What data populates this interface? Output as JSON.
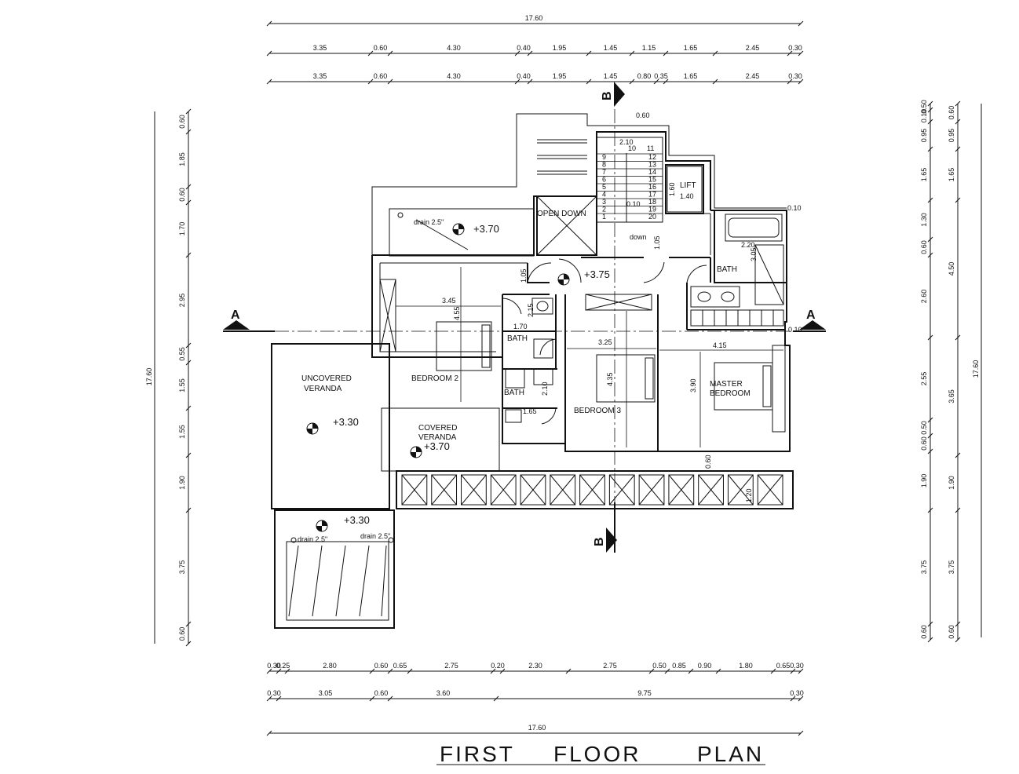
{
  "title": "FIRST FLOOR PLAN",
  "overall": "17.60",
  "top_dims_1": [
    "3.35",
    "0.60",
    "4.30",
    "0.40",
    "1.95",
    "1.45",
    "1.15",
    "1.65",
    "2.45",
    "0.30"
  ],
  "top_dims_2": [
    "3.35",
    "0.60",
    "4.30",
    "0.40",
    "1.95",
    "1.45",
    "0.80",
    "0.35",
    "1.65",
    "2.45",
    "0.30"
  ],
  "bottom_dims_1": [
    "0.30",
    "0.25",
    "2.80",
    "0.60",
    "0.65",
    "2.75",
    "0.20",
    "2.30",
    "2.75",
    "0.50",
    "0.85",
    "0.90",
    "1.80",
    "0.65",
    "0.30"
  ],
  "bottom_dims_2": [
    "0.30",
    "3.05",
    "0.60",
    "3.60",
    "9.75",
    "0.30"
  ],
  "left_dims": [
    "0.60",
    "1.85",
    "0.60",
    "1.70",
    "2.95",
    "0.55",
    "1.55",
    "1.55",
    "1.90",
    "3.75",
    "0.60"
  ],
  "right_dims_1": [
    "0.50",
    "0.10",
    "0.95",
    "1.65",
    "1.30",
    "0.60",
    "2.60",
    "2.55",
    "0.50",
    "0.60",
    "1.90",
    "3.75",
    "0.60"
  ],
  "right_dims_2": [
    "0.60",
    "0.95",
    "1.65",
    "4.50",
    "3.65",
    "1.90",
    "3.75",
    "0.60"
  ],
  "rooms": {
    "bedroom2": "BEDROOM 2",
    "bedroom3": "BEDROOM 3",
    "master1": "MASTER",
    "master2": "BEDROOM",
    "bath_main": "BATH",
    "bath_small1": "BATH",
    "bath_small2": "BATH",
    "open_down": "OPEN DOWN",
    "lift": "LIFT",
    "uncovered1": "UNCOVERED",
    "uncovered2": "VERANDA",
    "covered1": "COVERED",
    "covered2": "VERANDA",
    "down": "down"
  },
  "levels": {
    "roof": "+3.70",
    "hall": "+3.75",
    "uncovered": "+3.30",
    "covered": "+3.70",
    "balcony": "+3.30"
  },
  "drains": {
    "d1": "drain 2.5\"",
    "d2": "drain 2.5\"",
    "d3": "drain 2.5\""
  },
  "section_marks": {
    "a": "A",
    "b": "B"
  },
  "inner_dims": {
    "stair_w": "0.60",
    "stair_run": "2.10",
    "lift_w": "1.40",
    "lift_h": "1.60",
    "stair_gap": "0.10",
    "bath_w": "2.20",
    "bath_h": "3.05",
    "bath_t": "0.10",
    "hall_w": "1.05",
    "br2_w": "3.45",
    "br2_h": "4.55",
    "sb_w": "1.70",
    "sb_h1": "2.15",
    "sb_h2": "2.10",
    "sb_w2": "1.65",
    "br3_w": "3.25",
    "br3_h": "4.35",
    "mb_w": "4.15",
    "mb_h": "3.90",
    "mb_t": "0.10",
    "stair_down_w": "1.05",
    "bal_1": "0.60",
    "bal_2": "1.20"
  },
  "stair_steps_left": [
    "9",
    "8",
    "7",
    "6",
    "5",
    "4",
    "3",
    "2",
    "1"
  ],
  "stair_steps_right": [
    "10",
    "11",
    "12",
    "13",
    "14",
    "15",
    "16",
    "17",
    "18",
    "19",
    "20"
  ]
}
